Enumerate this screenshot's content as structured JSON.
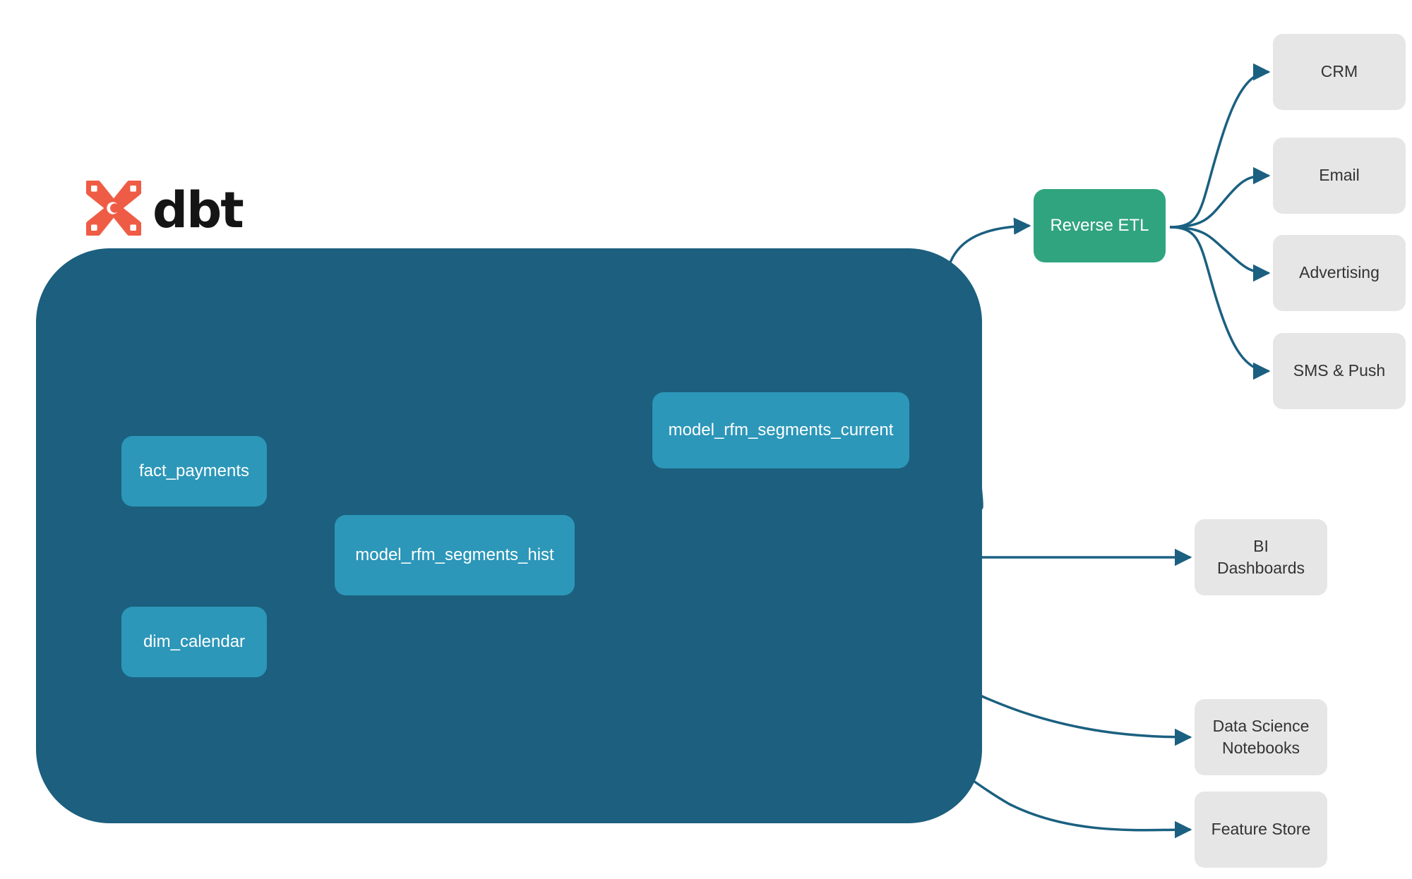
{
  "brand": {
    "logo_icon": "dbt-logo-icon",
    "wordmark": "dbt"
  },
  "colors": {
    "page_background": "#ffffff",
    "project_container": "#1c5f7e",
    "model_node": "#2c97b9",
    "reverse_etl_node": "#30a47e",
    "destination_node": "#e6e6e6",
    "edge_outer": "#1b6080",
    "edge_inner": "#2f89a8",
    "logo_orange": "#ef5c46",
    "node_text": "#ffffff",
    "destination_text": "#333333"
  },
  "project": {
    "name": "dbt-project-container",
    "models": [
      {
        "id": "fact_payments",
        "label": "fact_payments"
      },
      {
        "id": "dim_calendar",
        "label": "dim_calendar"
      },
      {
        "id": "model_rfm_segments_hist",
        "label": "model_rfm_segments_hist"
      },
      {
        "id": "model_rfm_segments_current",
        "label": "model_rfm_segments_current"
      }
    ]
  },
  "reverse_etl": {
    "label": "Reverse ETL"
  },
  "activation_destinations": [
    {
      "id": "crm",
      "label": "CRM"
    },
    {
      "id": "email",
      "label": "Email"
    },
    {
      "id": "advertising",
      "label": "Advertising"
    },
    {
      "id": "sms_push",
      "label": "SMS & Push"
    }
  ],
  "analytics_destinations": [
    {
      "id": "bi_dashboards",
      "label": "BI Dashboards"
    },
    {
      "id": "ds_notebooks",
      "label": "Data Science\nNotebooks",
      "line1": "Data Science",
      "line2": "Notebooks"
    },
    {
      "id": "feature_store",
      "label": "Feature Store"
    }
  ],
  "edges": [
    {
      "from": "fact_payments",
      "to": "model_rfm_segments_hist",
      "style": "inner"
    },
    {
      "from": "dim_calendar",
      "to": "model_rfm_segments_hist",
      "style": "inner"
    },
    {
      "from": "model_rfm_segments_hist",
      "to": "model_rfm_segments_current",
      "style": "inner"
    },
    {
      "from": "model_rfm_segments_current",
      "to": "Reverse ETL",
      "style": "outer"
    },
    {
      "from": "model_rfm_segments_hist",
      "to": "BI Dashboards",
      "style": "outer"
    },
    {
      "from": "model_rfm_segments_hist",
      "to": "Data Science Notebooks",
      "style": "outer"
    },
    {
      "from": "model_rfm_segments_hist",
      "to": "Feature Store",
      "style": "outer"
    },
    {
      "from": "Reverse ETL",
      "to": "CRM",
      "style": "outer"
    },
    {
      "from": "Reverse ETL",
      "to": "Email",
      "style": "outer"
    },
    {
      "from": "Reverse ETL",
      "to": "Advertising",
      "style": "outer"
    },
    {
      "from": "Reverse ETL",
      "to": "SMS & Push",
      "style": "outer"
    }
  ]
}
